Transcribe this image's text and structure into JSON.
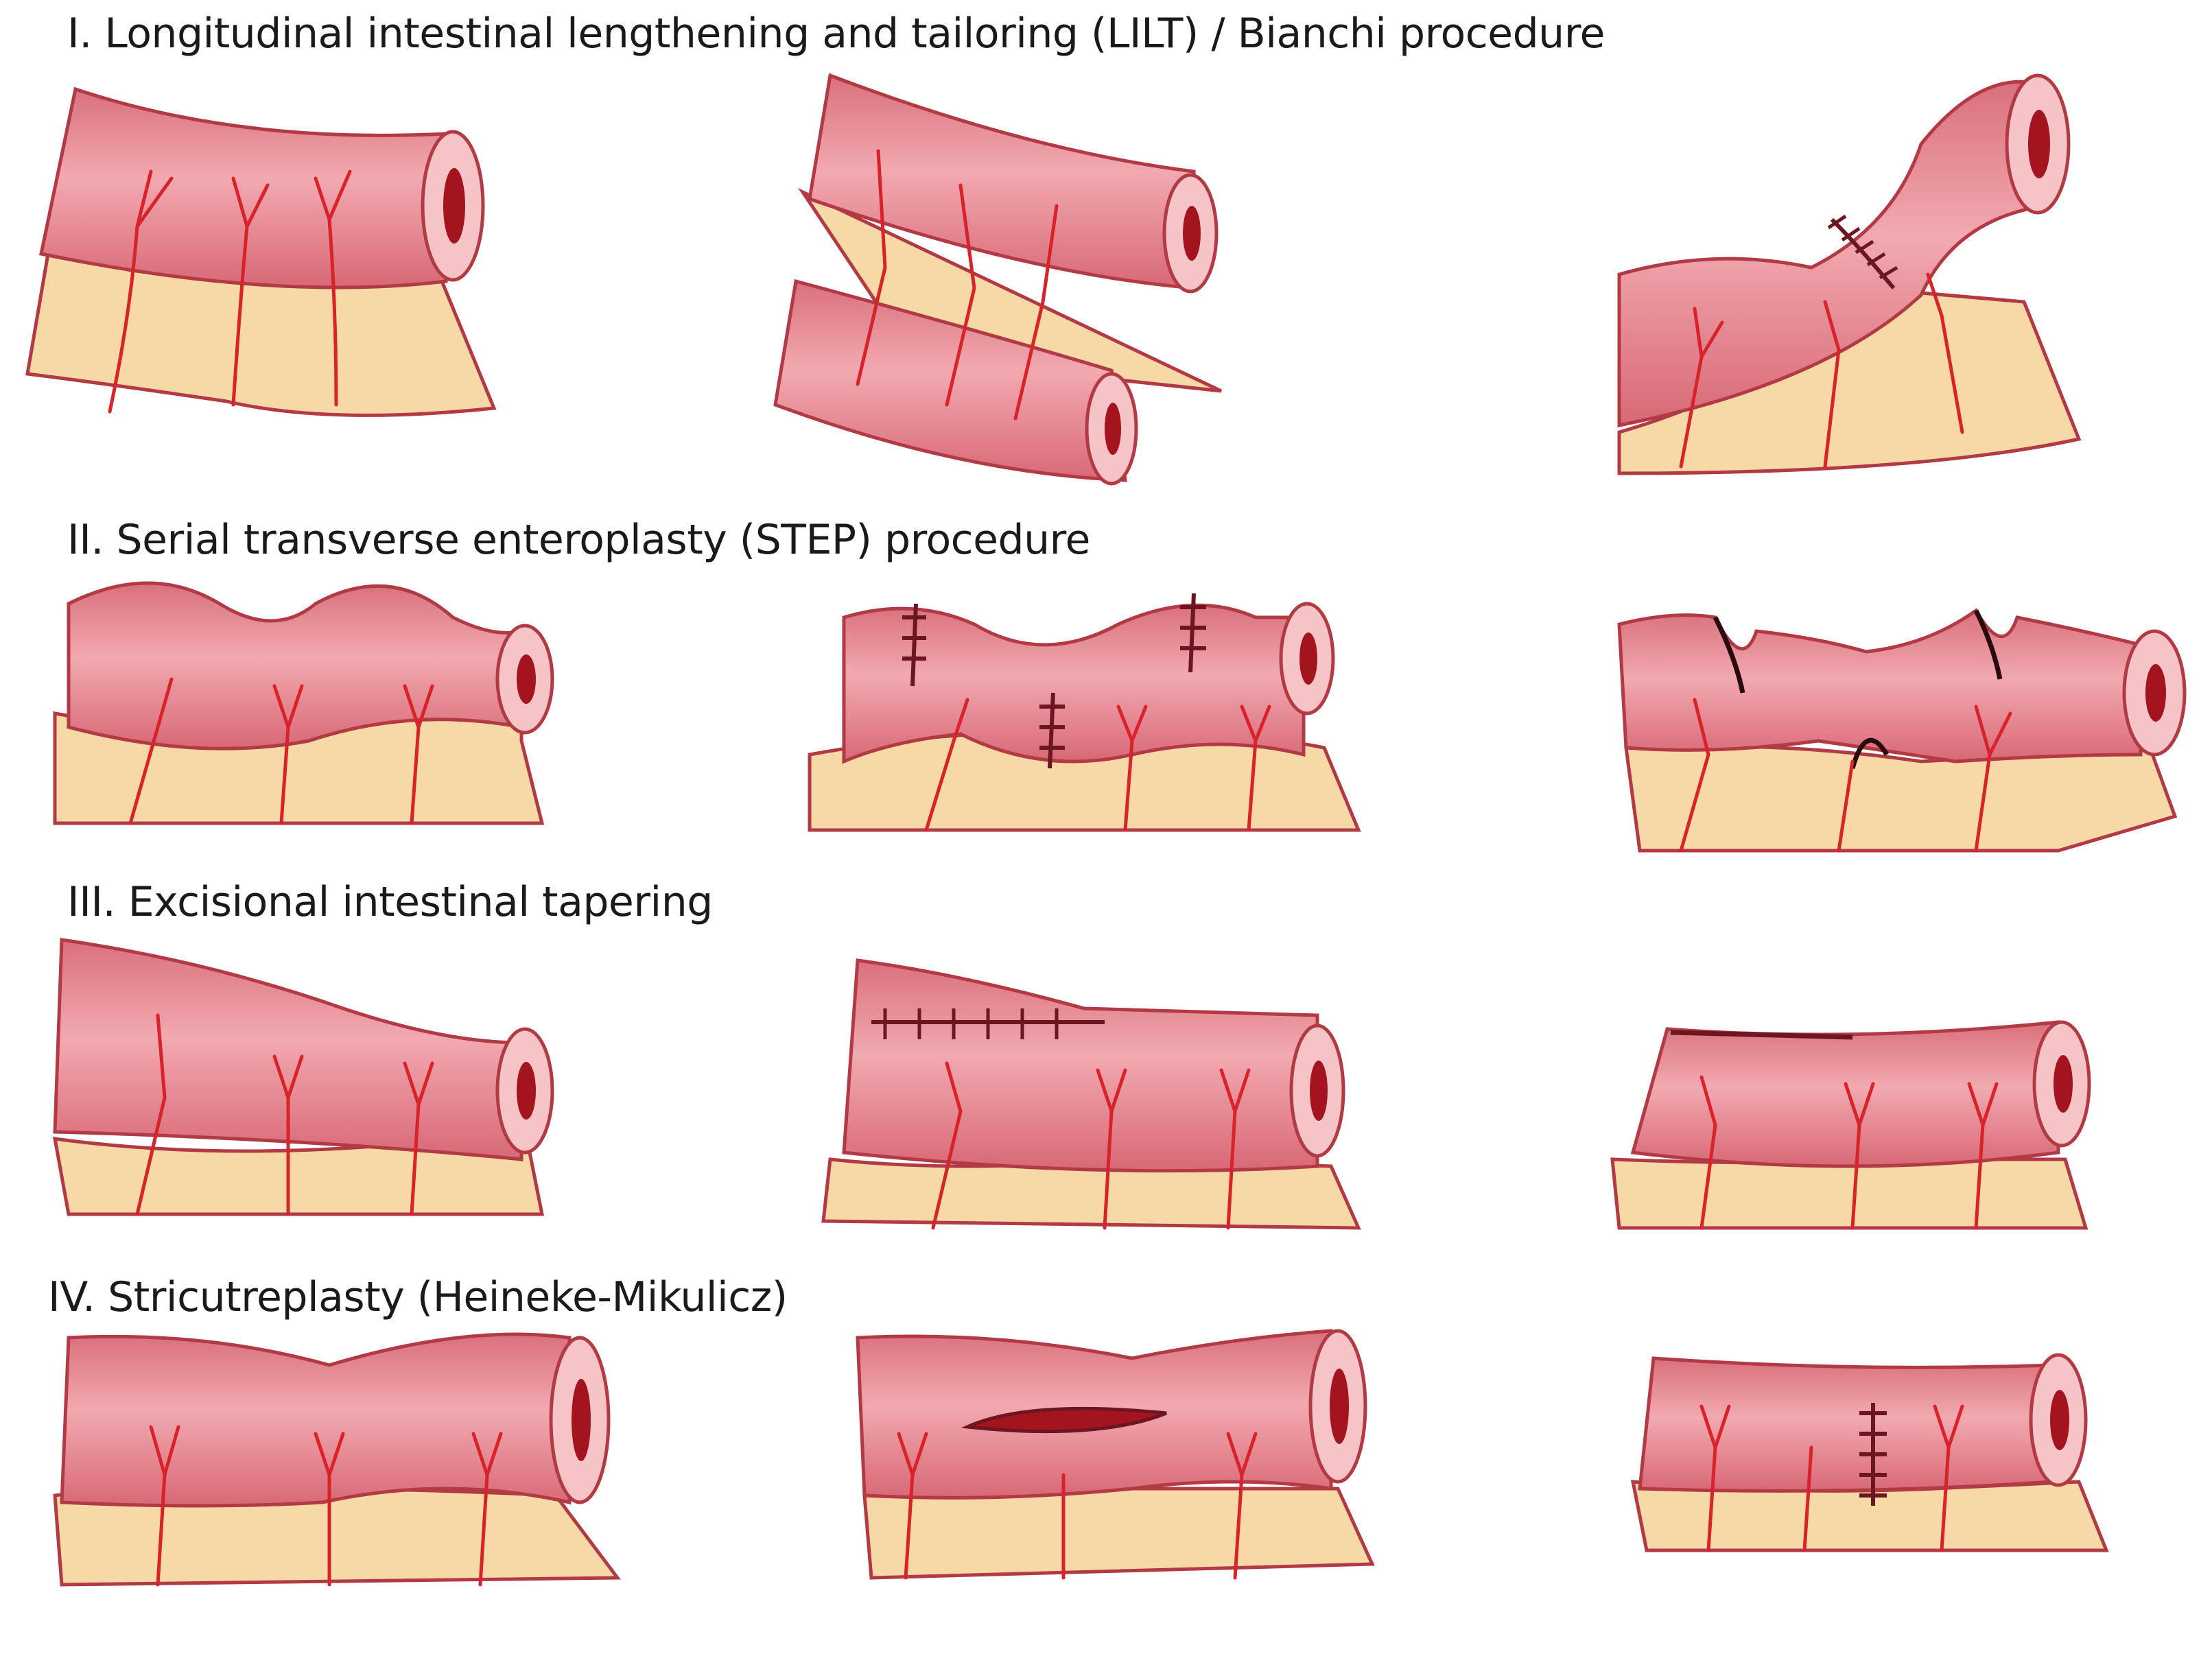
{
  "sections": [
    {
      "title": "I. Longitudinal intestinal lengthening and tailoring (LILT) / Bianchi procedure"
    },
    {
      "title": "II. Serial transverse enteroplasty (STEP) procedure"
    },
    {
      "title": "III. Excisional intestinal tapering"
    },
    {
      "title": "IV. Stricutreplasty (Heineke-Mikulicz)"
    }
  ],
  "colors": {
    "bowel": "#df7f8a",
    "bowel_light": "#f1b3b9",
    "outline": "#b23a44",
    "mesentery": "#f7d9a8",
    "vessel": "#d8232a",
    "lumen": "#a3141f",
    "suture": "#6b1620"
  }
}
